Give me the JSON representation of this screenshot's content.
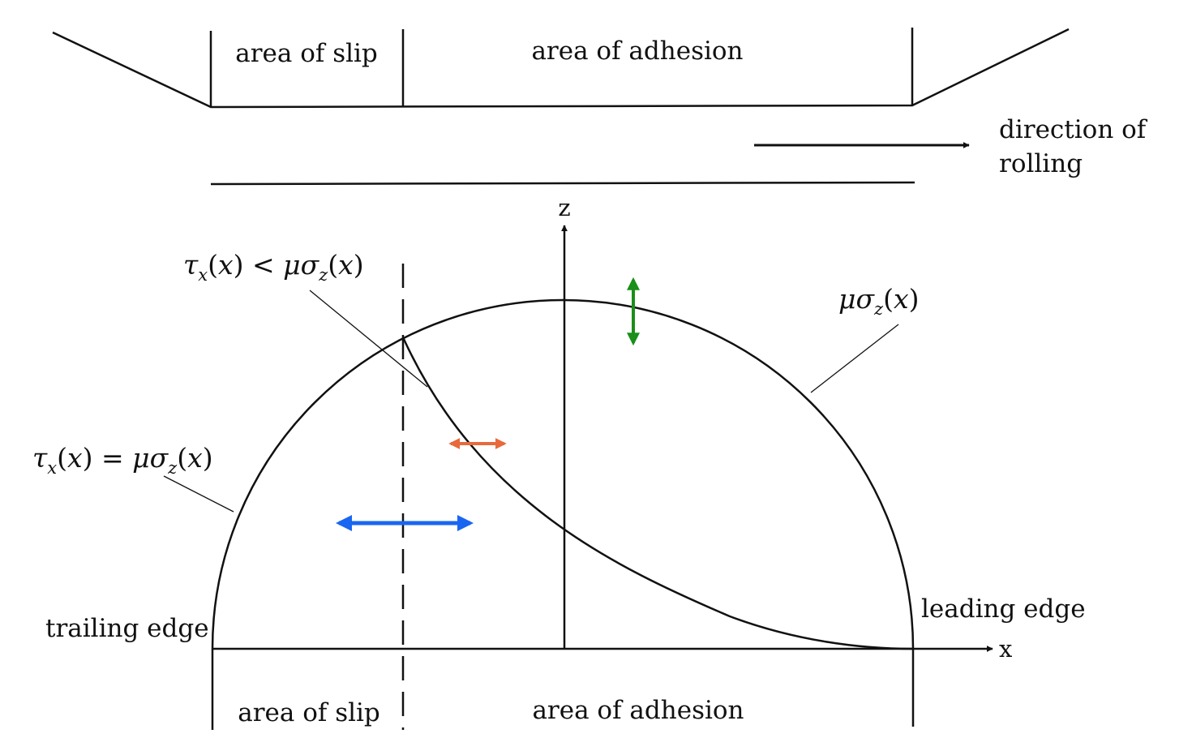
{
  "top_band": {
    "slip_label": "area of slip",
    "adhesion_label": "area of adhesion"
  },
  "rolling": {
    "line1": "direction of",
    "line2": "rolling"
  },
  "axes": {
    "z_label": "z",
    "x_label": "x"
  },
  "curves": {
    "mu_sigma_label": "μσz(x)",
    "tau_less_label": "τx(x) < μσz(x)",
    "tau_equal_label": "τx(x) = μσz(x)"
  },
  "edges": {
    "trailing": "trailing edge",
    "leading": "leading edge"
  },
  "bottom_band": {
    "slip_label": "area of slip",
    "adhesion_label": "area of adhesion"
  },
  "colors": {
    "ink": "#111111",
    "vertical_arrow": "#1a8f1a",
    "small_horizontal_arrow": "#e8693c",
    "large_horizontal_arrow": "#1a66f0"
  }
}
